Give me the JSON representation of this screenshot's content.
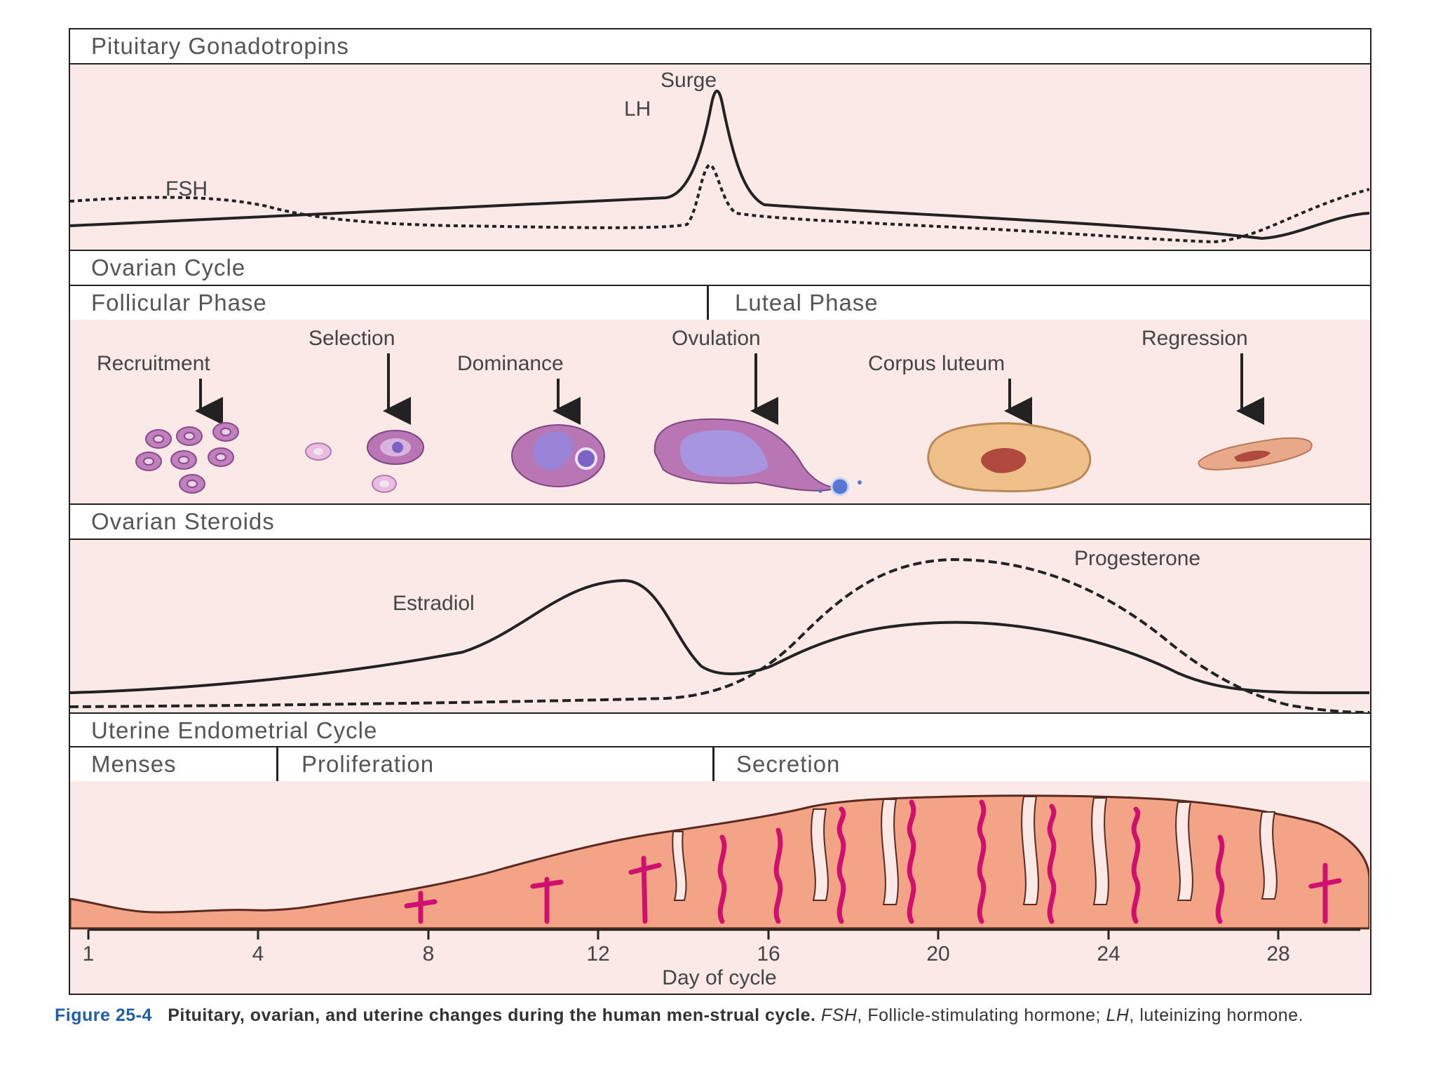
{
  "gonadotropins": {
    "header": "Pituitary Gonadotropins",
    "labels": {
      "surge": "Surge",
      "lh": "LH",
      "fsh": "FSH"
    }
  },
  "ovarian": {
    "header": "Ovarian Cycle",
    "phases": {
      "follicular": "Follicular Phase",
      "luteal": "Luteal Phase"
    },
    "stages": {
      "recruitment": "Recruitment",
      "selection": "Selection",
      "dominance": "Dominance",
      "ovulation": "Ovulation",
      "corpus_luteum": "Corpus luteum",
      "regression": "Regression"
    }
  },
  "steroids": {
    "header": "Ovarian Steroids",
    "labels": {
      "estradiol": "Estradiol",
      "progesterone": "Progesterone"
    }
  },
  "uterine": {
    "header": "Uterine Endometrial Cycle",
    "phases": {
      "menses": "Menses",
      "proliferation": "Proliferation",
      "secretion": "Secretion"
    }
  },
  "axis": {
    "ticks": [
      "1",
      "4",
      "8",
      "12",
      "16",
      "20",
      "24",
      "28"
    ],
    "label": "Day of cycle"
  },
  "caption": {
    "figure": "Figure 25-4",
    "text": "Pituitary, ovarian, and uterine changes during the human men-strual cycle.",
    "abbr1": "FSH",
    "abbr1_def": ", Follicle-stimulating hormone;",
    "abbr2": "LH",
    "abbr2_def": ", luteinizing hormone."
  },
  "colors": {
    "panel_bg": "#fbe9e7",
    "follicle": "#b877b4",
    "corpus": "#f0c08a",
    "endometrium": "#f4a486",
    "vessel": "#d0106e",
    "caption_accent": "#1f5fa8"
  }
}
